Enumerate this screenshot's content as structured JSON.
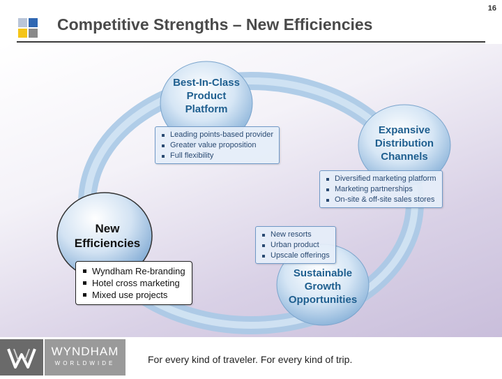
{
  "page_number": "16",
  "title": "Competitive Strengths – New Efficiencies",
  "diagram": {
    "product": {
      "label_lines": [
        "Best-In-Class",
        "Product",
        "Platform"
      ],
      "bullets": [
        "Leading points-based provider",
        "Greater value proposition",
        "Full flexibility"
      ]
    },
    "distribution": {
      "label_lines": [
        "Expansive",
        "Distribution",
        "Channels"
      ],
      "bullets": [
        "Diversified marketing platform",
        "Marketing partnerships",
        "On-site & off-site sales stores"
      ]
    },
    "growth": {
      "label_lines": [
        "Sustainable",
        "Growth",
        "Opportunities"
      ],
      "bullets": [
        "New resorts",
        "Urban product",
        "Upscale offerings"
      ]
    },
    "efficiencies": {
      "label_lines": [
        "New",
        "Efficiencies"
      ],
      "bullets": [
        "Wyndham Re-branding",
        "Hotel cross marketing",
        "Mixed use projects"
      ]
    }
  },
  "footer": {
    "brand_name": "WYNDHAM",
    "brand_sub": "WORLDWIDE",
    "tagline": "For every kind of traveler. For every kind of trip."
  }
}
